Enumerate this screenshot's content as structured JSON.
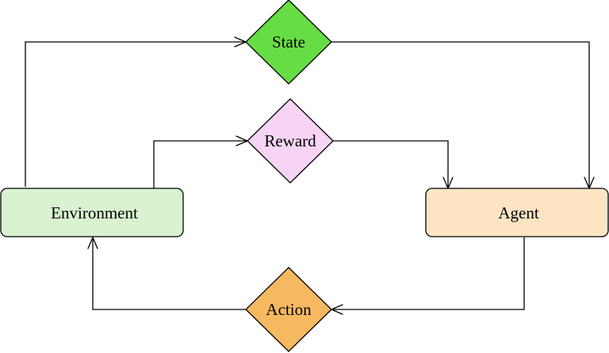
{
  "diagram": {
    "nodes": {
      "state": {
        "label": "State",
        "color": "#66dd44"
      },
      "reward": {
        "label": "Reward",
        "color": "#f7d4f5"
      },
      "action": {
        "label": "Action",
        "color": "#f6b860"
      },
      "environment": {
        "label": "Environment",
        "color": "#d9f2d0"
      },
      "agent": {
        "label": "Agent",
        "color": "#fde5c3"
      }
    },
    "edges": [
      {
        "from": "Environment",
        "to": "State"
      },
      {
        "from": "State",
        "to": "Agent"
      },
      {
        "from": "Environment",
        "to": "Reward"
      },
      {
        "from": "Reward",
        "to": "Agent"
      },
      {
        "from": "Agent",
        "to": "Action"
      },
      {
        "from": "Action",
        "to": "Environment"
      }
    ]
  }
}
